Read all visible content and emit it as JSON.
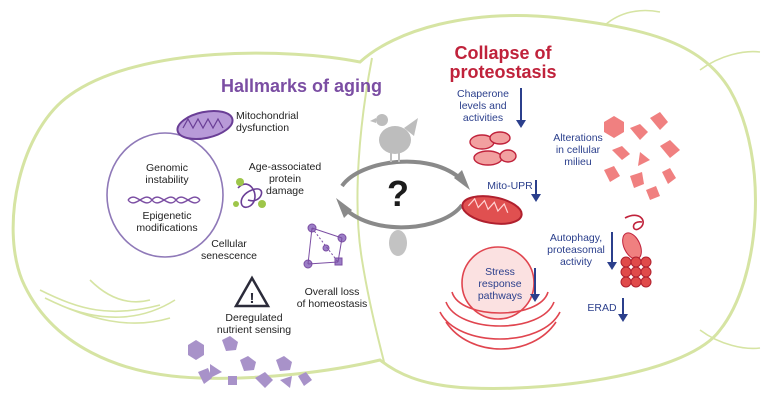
{
  "left_panel": {
    "title": "Hallmarks of aging",
    "nucleus": {
      "genomic": "Genomic\ninstability",
      "epigenetic": "Epigenetic\nmodifications"
    },
    "mitochondrial": "Mitochondrial\ndysfunction",
    "protein_damage": "Age-associated\nprotein\ndamage",
    "senescence": "Cellular\nsenescence",
    "homeostasis": "Overall loss\nof homeostasis",
    "nutrient": "Deregulated\nnutrient sensing"
  },
  "center": {
    "question": "?",
    "icons": [
      "chicken-icon",
      "egg-icon"
    ]
  },
  "right_panel": {
    "title": "Collapse of\nproteostasis",
    "chaperone": "Chaperone\nlevels and\nactivities",
    "mito_upr": "Mito-UPR",
    "milieu": "Alterations\nin cellular\nmilieu",
    "autophagy": "Autophagy,\nproteasomal\nactivity",
    "stress": "Stress\nresponse\npathways",
    "erad": "ERAD"
  },
  "colors": {
    "cell_outline": "#d6e4a3",
    "purple": "#7b4ea3",
    "light_purple": "#b9a3d3",
    "red": "#c0223b",
    "salmon": "#ea6a6a",
    "navy": "#2b3f8c",
    "grey": "#9a9a9a"
  }
}
